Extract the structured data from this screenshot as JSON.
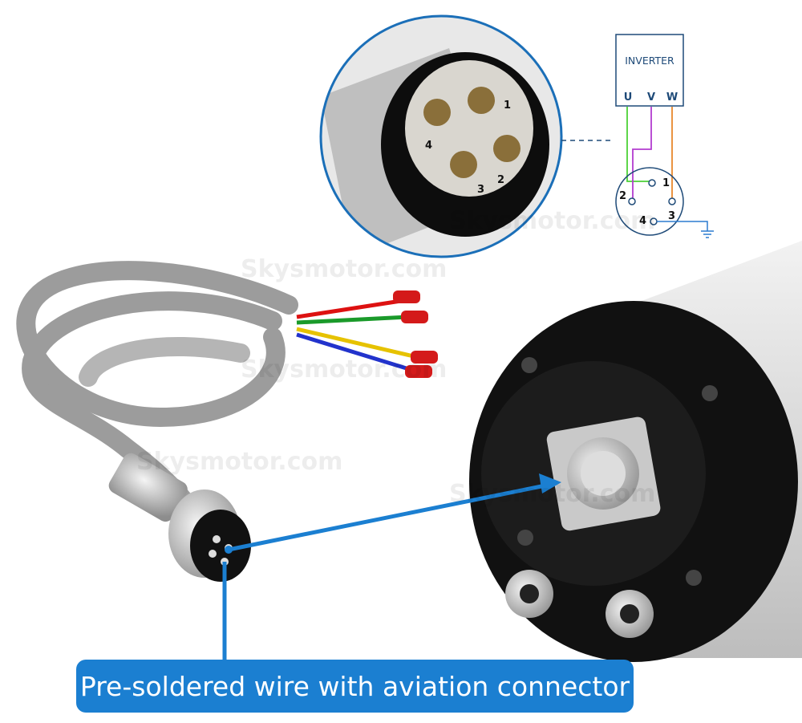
{
  "caption": "Pre-soldered wire with aviation connector",
  "diagram": {
    "box_label": "INVERTER",
    "terminals": [
      "U",
      "V",
      "W"
    ],
    "pins": [
      "1",
      "2",
      "3",
      "4"
    ]
  },
  "magnified_pins": [
    "1",
    "2",
    "3",
    "4"
  ],
  "watermark": "Skysmotor.com",
  "colors": {
    "accent": "#1b7fd1",
    "diagram_line": "#1e4a78",
    "wire_u": "#4cd137",
    "wire_v": "#b33ccf",
    "wire_w": "#e8892e",
    "ground": "#2b7bd0"
  }
}
